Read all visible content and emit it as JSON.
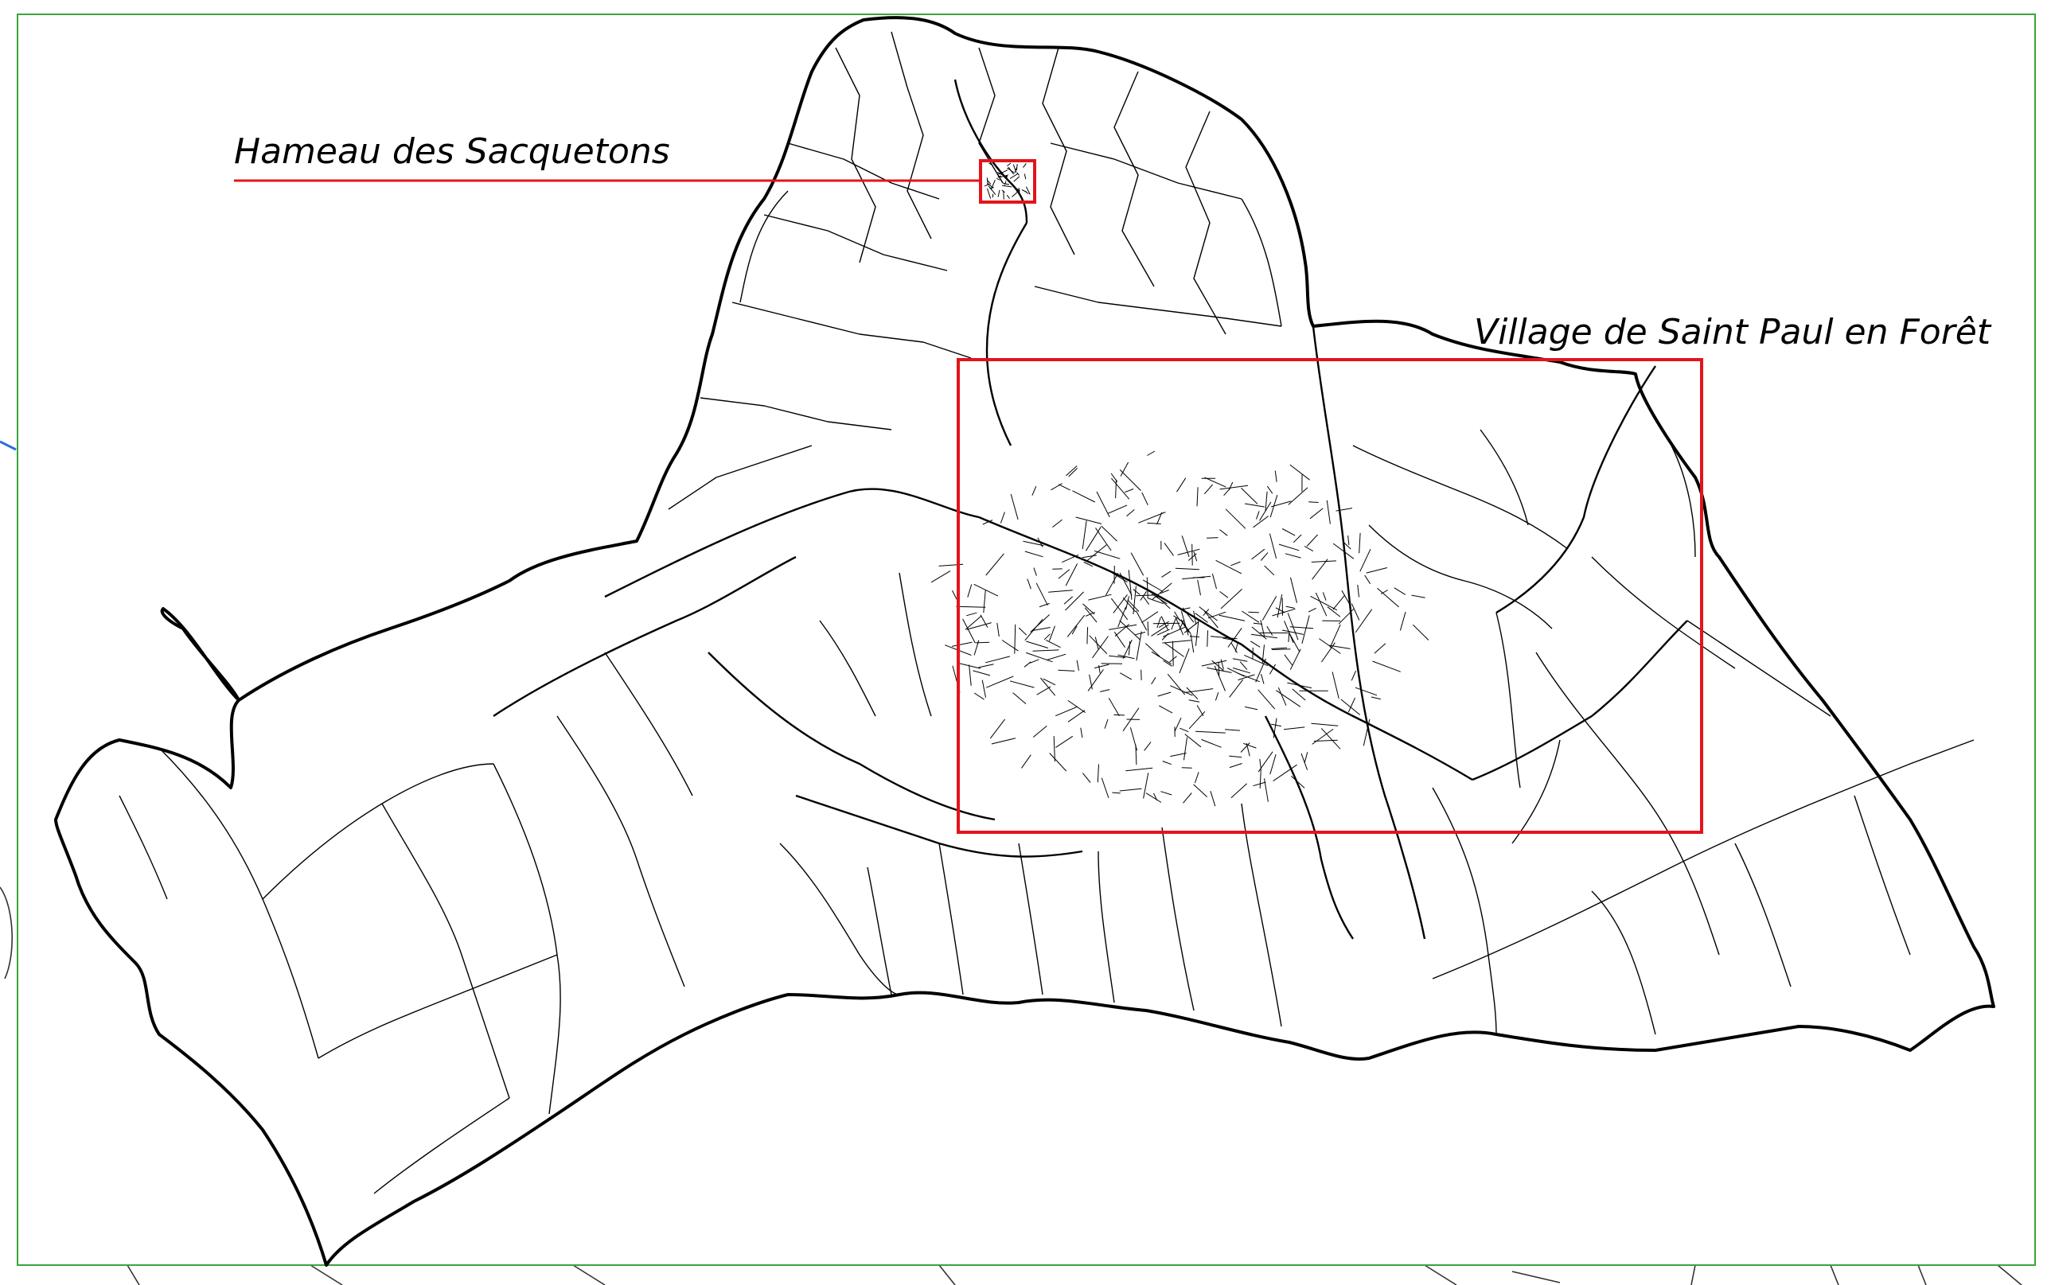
{
  "map": {
    "labels": {
      "hamlet": "Hameau des Sacquetons",
      "village": "Village de Saint Paul en Forêt"
    },
    "colors": {
      "highlight": "#e3141b",
      "frame": "#3aa53a",
      "boundary": "#000000",
      "water": "#2a6fd6"
    },
    "highlighted_areas": [
      "Hameau des Sacquetons",
      "Village de Saint Paul en Forêt"
    ]
  }
}
